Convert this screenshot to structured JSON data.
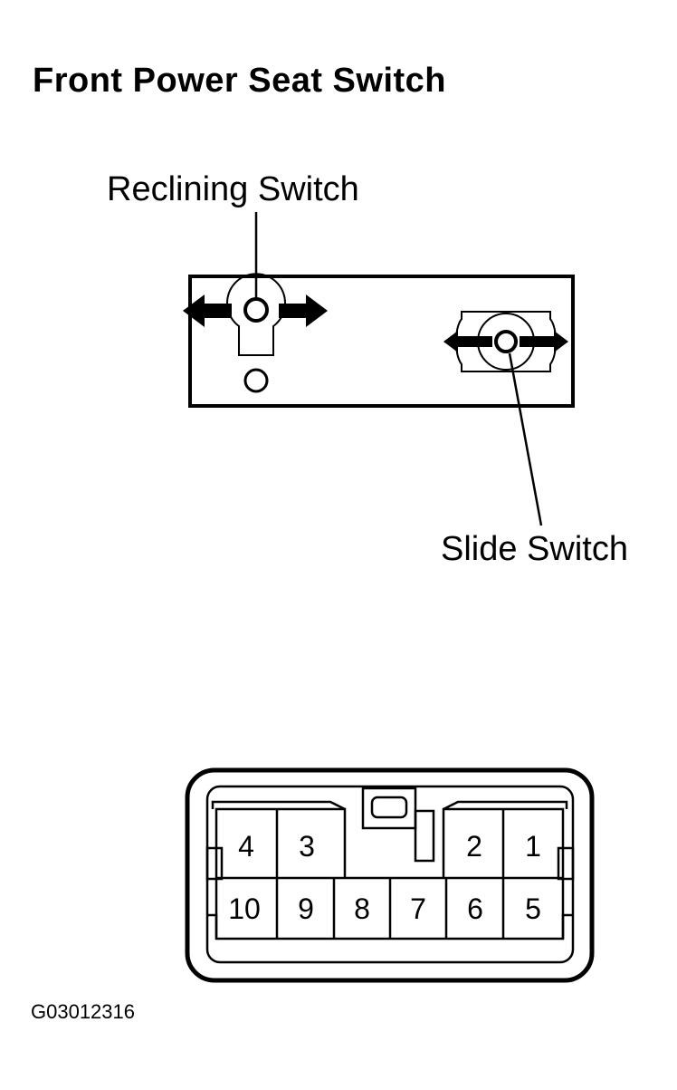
{
  "title": "Front Power Seat Switch",
  "labels": {
    "reclining": "Reclining Switch",
    "slide": "Slide Switch"
  },
  "connector": {
    "top_row": [
      "4",
      "3",
      "2",
      "1"
    ],
    "bottom_row": [
      "10",
      "9",
      "8",
      "7",
      "6",
      "5"
    ]
  },
  "figure_code": "G03012316"
}
